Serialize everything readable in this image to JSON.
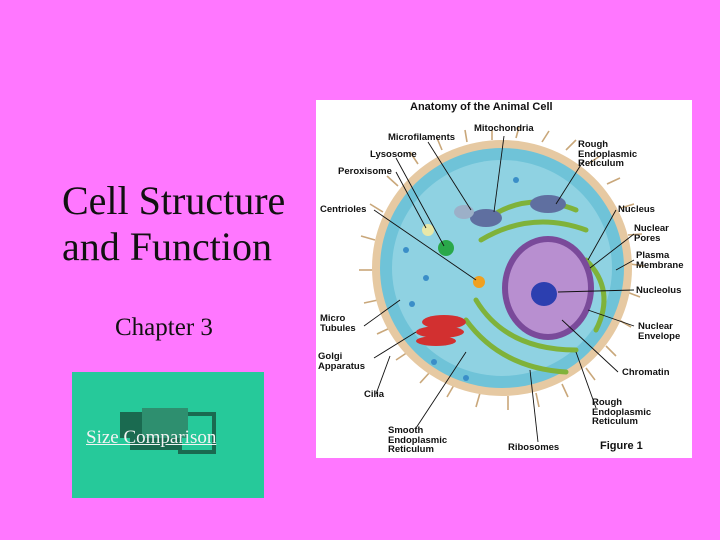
{
  "slide": {
    "title": "Cell Structure and Function",
    "subtitle": "Chapter 3",
    "link_label": "Size Comparison"
  },
  "diagram": {
    "title": "Anatomy of the Animal Cell",
    "figure_label": "Figure 1",
    "labels": {
      "mitochondria": "Mitochondria",
      "microfilaments": "Microfilaments",
      "rough_er": "Rough\nEndoplasmic\nReticulum",
      "lysosome": "Lysosome",
      "peroxisome": "Peroxisome",
      "centrioles": "Centrioles",
      "nucleus": "Nucleus",
      "nuclear_pores": "Nuclear\nPores",
      "plasma_membrane": "Plasma\nMembrane",
      "nucleolus": "Nucleolus",
      "micro_tubules": "Micro\nTubules",
      "nuclear_envelope": "Nuclear\nEnvelope",
      "golgi": "Golgi\nApparatus",
      "chromatin": "Chromatin",
      "cilia": "Cilia",
      "smooth_er": "Smooth\nEndoplasmic\nReticulum",
      "smooth_er_right": "Rough\nEndoplasmic\nReticulum",
      "ribosomes": "Ribosomes"
    }
  },
  "colors": {
    "background": "#ff77ff",
    "link_box": "#26c99a",
    "cytoplasm": "#6fc3d8",
    "nucleus": "#9a5bb5"
  }
}
